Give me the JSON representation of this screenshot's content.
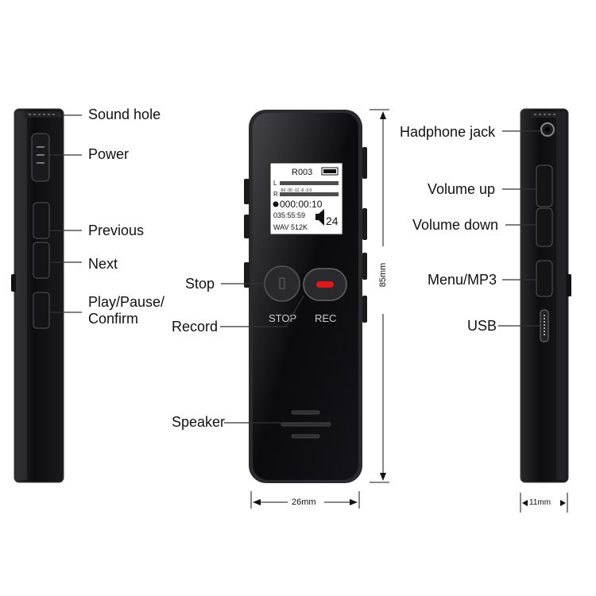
{
  "labels": {
    "sound_hole": "Sound hole",
    "power": "Power",
    "previous": "Previous",
    "next": "Next",
    "play_pause_1": "Play/Pause/",
    "play_pause_2": "Confirm",
    "stop": "Stop",
    "record": "Record",
    "speaker": "Speaker",
    "headphone_jack": "Hadphone jack",
    "volume_up": "Volume up",
    "volume_down": "Volume down",
    "menu_mp3": "Menu/MP3",
    "usb": "USB"
  },
  "dimensions": {
    "height": "85mm",
    "width": "26mm",
    "depth": "11mm"
  },
  "screen": {
    "file": "R003",
    "channel_l": "L",
    "channel_r": "R",
    "scale": "-50 -30 -12 -6 -3 0",
    "time": "000:00:10",
    "remaining": "035:55:59",
    "volume": "24",
    "format": "WAV 512K"
  },
  "buttons": {
    "stop": "STOP",
    "rec": "REC"
  },
  "colors": {
    "device_body": "#0c0c0e",
    "record_led": "#e0161b",
    "screen_bg": "#ffffff"
  }
}
